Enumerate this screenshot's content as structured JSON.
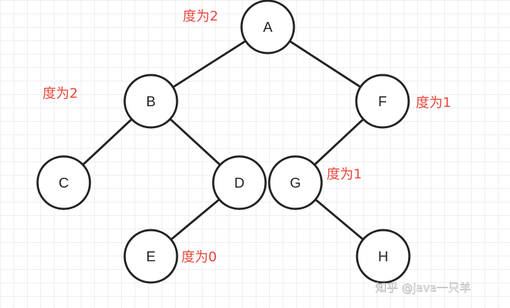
{
  "colors": {
    "node_fill": "#ffffff",
    "node_stroke": "#222222",
    "edge": "#222222",
    "annotation": "#e8463a",
    "watermark": "#ffffff"
  },
  "tree": {
    "nodes": [
      {
        "id": "A",
        "label": "A"
      },
      {
        "id": "B",
        "label": "B"
      },
      {
        "id": "F",
        "label": "F"
      },
      {
        "id": "C",
        "label": "C"
      },
      {
        "id": "D",
        "label": "D"
      },
      {
        "id": "G",
        "label": "G"
      },
      {
        "id": "E",
        "label": "E"
      },
      {
        "id": "H",
        "label": "H"
      }
    ],
    "edges": [
      [
        "A",
        "B"
      ],
      [
        "A",
        "F"
      ],
      [
        "B",
        "C"
      ],
      [
        "B",
        "D"
      ],
      [
        "F",
        "G"
      ],
      [
        "D",
        "E"
      ],
      [
        "G",
        "H"
      ]
    ]
  },
  "annotations": {
    "a": "度为2",
    "b": "度为2",
    "f": "度为1",
    "g": "度为1",
    "e": "度为0"
  },
  "watermark": "知乎 @java一只羊"
}
